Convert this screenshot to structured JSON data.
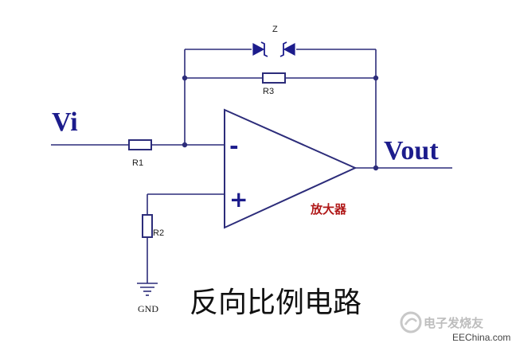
{
  "labels": {
    "vin": "Vi",
    "vout": "Vout",
    "r1": "R1",
    "r2": "R2",
    "r3": "R3",
    "z": "Z",
    "minus": "-",
    "plus": "+",
    "amplifier": "放大器",
    "gnd": "GND",
    "title": "反向比例电路"
  },
  "watermark": {
    "text": "电子发烧友",
    "site": "EEChina.com"
  },
  "colors": {
    "wire": "#2c2c7a",
    "io_label": "#1c1c8c",
    "amplifier_label": "#b01818"
  }
}
